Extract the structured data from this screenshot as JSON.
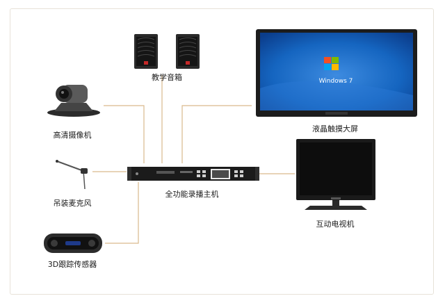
{
  "labels": {
    "speakers": "教学音箱",
    "camera": "高清摄像机",
    "touchscreen": "液晶触摸大屏",
    "microphone": "吊装麦克风",
    "recorder": "全功能录播主机",
    "tv": "互动电视机",
    "sensor": "3D跟踪传感器"
  },
  "screen": {
    "brand": "Windows",
    "version": "7"
  },
  "colors": {
    "wire": "#d9b98c",
    "screen_blue": "#1565c0",
    "frame": "#e7e2d8"
  }
}
